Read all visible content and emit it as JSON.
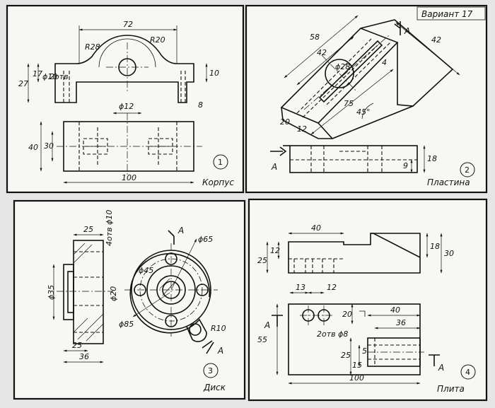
{
  "variant": "Вариант 17",
  "panels": [
    {
      "number": "1",
      "caption": "Корпус",
      "dims": {
        "width_top": "72",
        "r_left": "R28",
        "r_right": "R20",
        "h_total": "27",
        "h_17": "17",
        "hole_h": "ϕ10",
        "h_two": "2отв",
        "h_10": "10",
        "d_8": "8",
        "d_12": "ϕ12",
        "h_40": "40",
        "h_30": "30",
        "w_100": "100"
      }
    },
    {
      "number": "2",
      "caption": "Пластина",
      "dims": {
        "d_58": "58",
        "d_42a": "42",
        "d_42b": "42",
        "d_28": "ϕ28",
        "d_4": "4",
        "d_75": "75",
        "d_45": "45°",
        "d_20": "20",
        "d_12": "12",
        "d_9": "9",
        "d_18": "18",
        "section": "A"
      }
    },
    {
      "number": "3",
      "caption": "Диск",
      "dims": {
        "d_25a": "25",
        "d_holes": "4отв ϕ10",
        "d_35": "ϕ35",
        "d_20": "ϕ20",
        "d_25b": "25",
        "d_36": "36",
        "d_65": "ϕ65",
        "d_45": "ϕ45",
        "d_85": "ϕ85",
        "d_r10": "R10",
        "section": "A"
      }
    },
    {
      "number": "4",
      "caption": "Плита",
      "dims": {
        "d_40a": "40",
        "d_12a": "12",
        "d_25a": "25",
        "d_18": "18",
        "d_30": "30",
        "d_13": "13",
        "d_12b": "12",
        "d_holes": "2отв ϕ8",
        "d_20": "20",
        "d_40b": "40",
        "d_36": "36",
        "d_55": "55",
        "d_25b": "25",
        "d_15": "15",
        "d_5": "5",
        "d_100": "100",
        "section": "A"
      }
    }
  ]
}
